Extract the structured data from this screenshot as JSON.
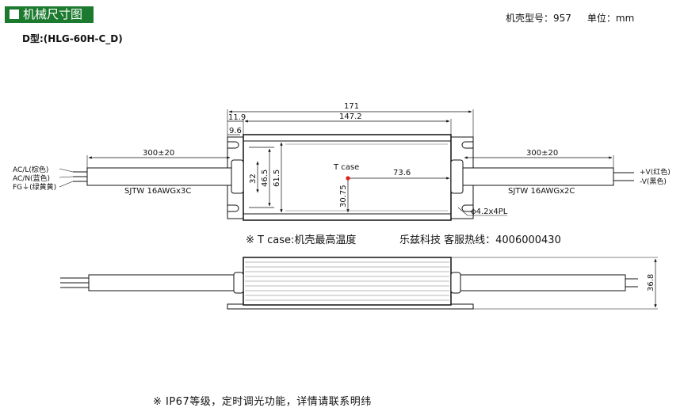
{
  "header": {
    "title": "机械尺寸图",
    "model_label": "机壳型号：957",
    "unit_label": "单位：mm"
  },
  "variant_label": "D型:(HLG-60H-C_D)",
  "dimensions": {
    "overall_length": "171",
    "inner_length": "147.2",
    "left_offset_top": "11.9",
    "left_offset_mount": "9.6",
    "left_cable_length": "300±20",
    "right_cable_length": "300±20",
    "width_32": "32",
    "width_46_5": "46.5",
    "width_61_5": "61.5",
    "tcase_y": "30.75",
    "tcase_x": "73.6",
    "hole_spec": "ϕ4.2x4PL",
    "height": "36.8"
  },
  "labels": {
    "tcase": "T case",
    "input_cable": "SJTW 16AWGx3C",
    "output_cable": "SJTW 16AWGx2C",
    "ac_l": "AC/L(棕色)",
    "ac_n": "AC/N(蓝色)",
    "fg": "FG⏚(绿黄黄)",
    "v_plus": "+V(红色)",
    "v_minus": "-V(黑色)"
  },
  "notes": {
    "tcase_note": "※ T case:机壳最高温度",
    "hotline": "乐兹科技 客服热线：4006000430",
    "ip_note": "※ IP67等级，定时调光功能，详情请联系明纬"
  },
  "colors": {
    "title_bg": "#1b7a2e",
    "tcase_dot": "#e0201a"
  }
}
